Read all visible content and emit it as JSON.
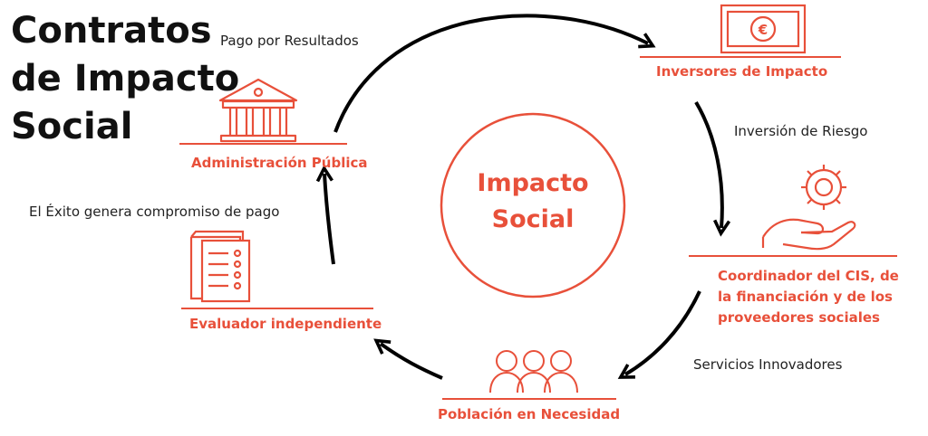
{
  "title": {
    "line1": "Contratos",
    "line2": "de Impacto",
    "line3": "Social"
  },
  "center": {
    "line1": "Impacto",
    "line2": "Social"
  },
  "nodes": {
    "administracion": {
      "label": "Administración Pública",
      "icon": "government-building-icon"
    },
    "inversores": {
      "label": "Inversores de Impacto",
      "icon": "euro-banknote-icon"
    },
    "coordinador": {
      "line1": "Coordinador del CIS, de",
      "line2": "la financiación y de los",
      "line3": "proveedores sociales",
      "icon": "gear-hand-icon"
    },
    "poblacion": {
      "label": "Población en Necesidad",
      "icon": "people-group-icon"
    },
    "evaluador": {
      "label": "Evaluador independiente",
      "icon": "report-document-icon"
    }
  },
  "edges": {
    "pago": "Pago por Resultados",
    "inversion": "Inversión de Riesgo",
    "servicios": "Servicios Innovadores",
    "exito": "El Éxito genera compromiso de pago"
  },
  "colors": {
    "accent": "#e8503a",
    "text": "#111111",
    "arrow": "#000000"
  }
}
